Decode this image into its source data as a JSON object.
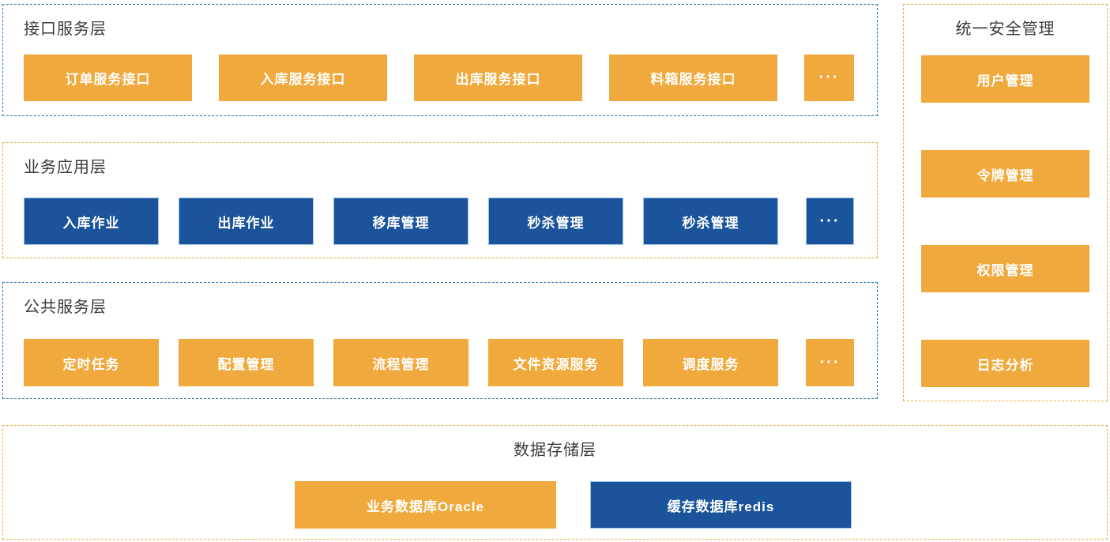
{
  "colors": {
    "accent_orange": "#F0A93C",
    "accent_blue": "#1B549B",
    "blue_btn_border": "#9DC3E6",
    "dashed_border_blue": "#2E74B5",
    "dashed_border_orange": "#F0A93C",
    "title_text": "#3B3B3B",
    "button_text": "#FFFFFF"
  },
  "layers": {
    "interface": {
      "title": "接口服务层",
      "items": [
        "订单服务接口",
        "入库服务接口",
        "出库服务接口",
        "料箱服务接口"
      ],
      "more": "···"
    },
    "business": {
      "title": "业务应用层",
      "items": [
        "入库作业",
        "出库作业",
        "移库管理",
        "秒杀管理",
        "秒杀管理"
      ],
      "more": "···"
    },
    "common": {
      "title": "公共服务层",
      "items": [
        "定时任务",
        "配置管理",
        "流程管理",
        "文件资源服务",
        "调度服务"
      ],
      "more": "···"
    },
    "security": {
      "title": "统一安全管理",
      "items": [
        "用户管理",
        "令牌管理",
        "权限管理",
        "日志分析"
      ]
    },
    "storage": {
      "title": "数据存储层",
      "oracle": "业务数据库Oracle",
      "redis": "缓存数据库redis"
    }
  }
}
